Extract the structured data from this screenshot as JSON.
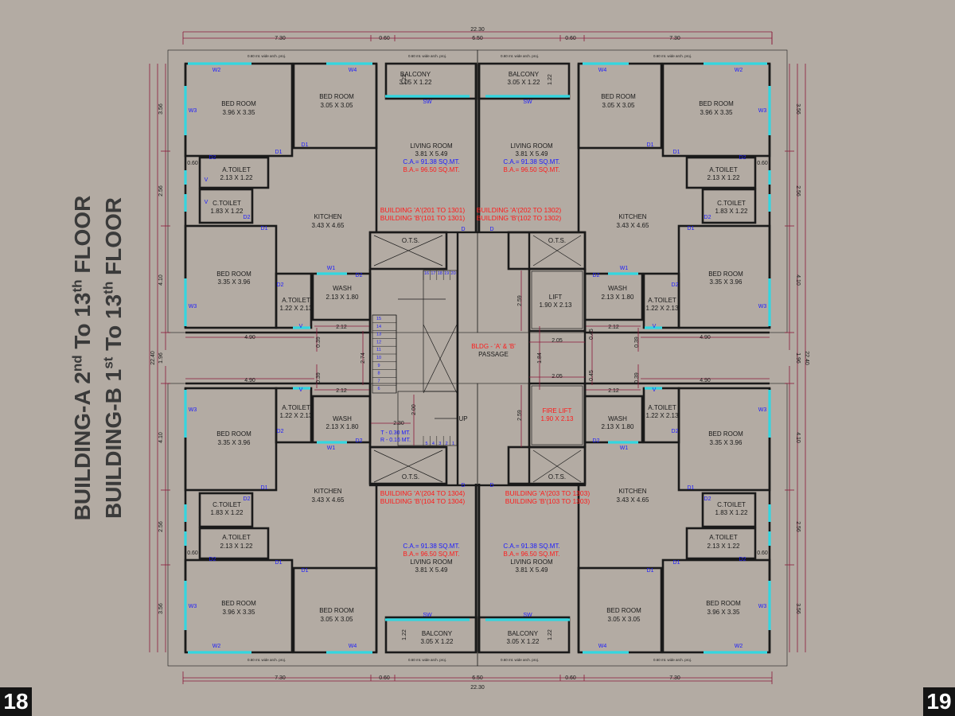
{
  "title": {
    "line1": {
      "prefix": "BUILDING-A 2",
      "sup": "nd",
      "middle": " To 13",
      "sup2": "th",
      "suffix": " FLOOR"
    },
    "line2": {
      "prefix": "BUILDING-B 1",
      "sup": "st",
      "middle": " To 13",
      "sup2": "th",
      "suffix": " FLOOR"
    }
  },
  "page_numbers": {
    "left": "18",
    "right": "19"
  },
  "colors": {
    "background": "#b3aba3",
    "wall": "#1a1a1a",
    "dimension": "#8b1a3a",
    "window": "#33d6e0",
    "label_blue": "#1a1aff",
    "label_red": "#ff1a1a"
  },
  "dims": {
    "overall": "22.30",
    "seg_7_30": "7.30",
    "seg_0_60": "0.60",
    "seg_6_50": "6.50",
    "d3_56": "3.56",
    "d2_56": "2.56",
    "d4_10": "4.10",
    "d1_96": "1.96",
    "d22_40": "22.40",
    "d4_90": "4.90",
    "d2_12": "2.12",
    "d0_39": "0.39",
    "d2_74": "2.74",
    "d2_30": "2.30",
    "d2_00": "2.00",
    "d2_59": "2.59",
    "d2_05": "2.05",
    "d1_84": "1.84",
    "d0_45": "0.45",
    "d0_60": "0.60",
    "d1_22": "1.22",
    "proj": "0.60 mt. wide arch. proj."
  },
  "rooms": {
    "bed_a": {
      "name": "BED ROOM",
      "size": "3.96 X 3.35"
    },
    "bed_b": {
      "name": "BED ROOM",
      "size": "3.05 X 3.05"
    },
    "bed_c": {
      "name": "BED ROOM",
      "size": "3.35 X 3.96"
    },
    "balcony": {
      "name": "BALCONY",
      "size": "3.05 X 1.22"
    },
    "living": {
      "name": "LIVING ROOM",
      "size": "3.81 X 5.49"
    },
    "ca": "C.A.= 91.38 SQ.MT.",
    "ba": "B.A.= 96.50 SQ.MT.",
    "atoilet": {
      "name": "A.TOILET",
      "size": "2.13 X 1.22"
    },
    "ctoilet": {
      "name": "C.TOILET",
      "size": "1.83 X 1.22"
    },
    "atoilet_small": {
      "name": "A.TOILET",
      "size": "1.22 X 2.13"
    },
    "kitchen": {
      "name": "KITCHEN",
      "size": "3.43 X 4.65"
    },
    "wash": {
      "name": "WASH",
      "size": "2.13 X 1.80"
    },
    "ots": "O.T.S.",
    "lift": {
      "name": "LIFT",
      "size": "1.90 X 2.13"
    },
    "fire_lift": {
      "name": "FIRE LIFT",
      "size": "1.90 X 2.13"
    },
    "passage": {
      "name": "BLDG - 'A' & 'B'",
      "sub": "PASSAGE"
    }
  },
  "flats": {
    "tl": {
      "a": "BUILDING 'A'(201 TO 1301)",
      "b": "BUILDING 'B'(101 TO 1301)"
    },
    "tr": {
      "a": "BUILDING 'A'(202 TO 1302)",
      "b": "BUILDING 'B'(102 TO 1302)"
    },
    "bl": {
      "a": "BUILDING 'A'(204 TO 1304)",
      "b": "BUILDING 'B'(104 TO 1304)"
    },
    "br": {
      "a": "BUILDING 'A'(203 TO 1303)",
      "b": "BUILDING 'B'(103 TO 1303)"
    }
  },
  "stair": {
    "up": "UP",
    "tread": "T - 0.30 MT.",
    "riser": "R - 0.16 MT.",
    "steps_top": [
      "16",
      "17",
      "18",
      "19",
      "20"
    ],
    "steps_left": [
      "15",
      "14",
      "13",
      "12",
      "11",
      "10",
      "9",
      "8",
      "7",
      "6"
    ],
    "steps_bottom": [
      "5",
      "4",
      "3",
      "2",
      "1"
    ]
  },
  "openings": {
    "w1": "W1",
    "w2": "W2",
    "w3": "W3",
    "w4": "W4",
    "sw": "SW",
    "d": "D",
    "d1": "D1",
    "d2": "D2",
    "v": "V"
  }
}
